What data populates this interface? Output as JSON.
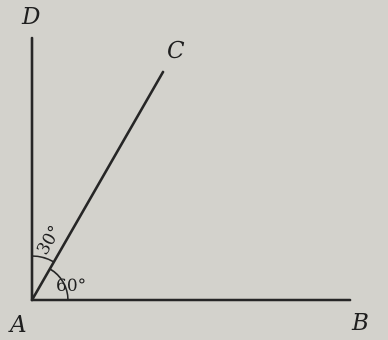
{
  "points": {
    "A": "A",
    "B": "B",
    "C": "C",
    "D": "D"
  },
  "angles": {
    "DAC": "30°",
    "CAB": "60°"
  },
  "colors": {
    "background": "#d3d2cc",
    "ink": "#262626"
  }
}
